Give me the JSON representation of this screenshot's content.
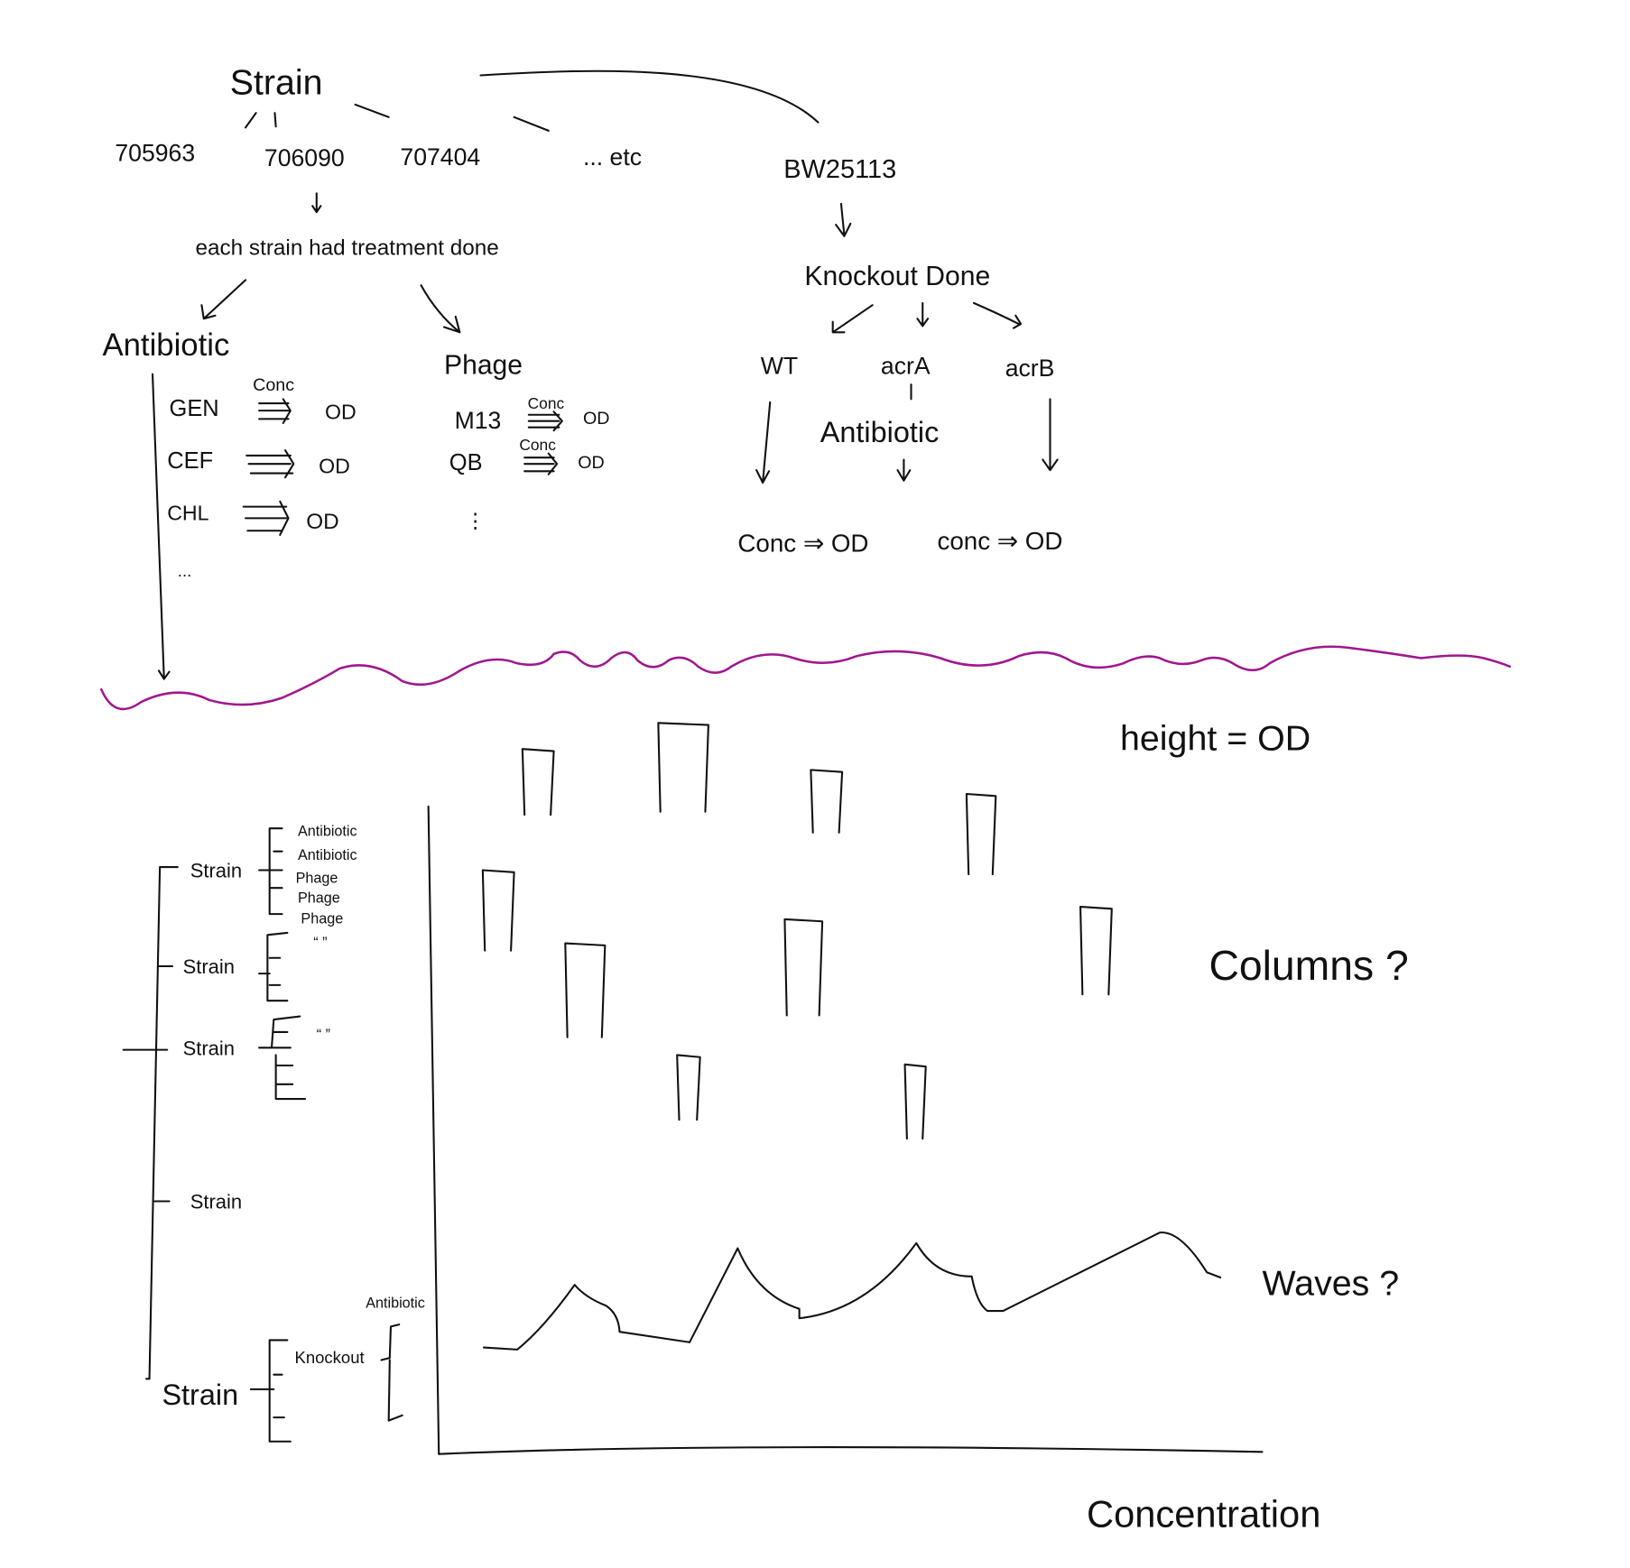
{
  "top_tree": {
    "root": "Strain",
    "strains": [
      "705963",
      "706090",
      "707404",
      "... etc",
      "BW25113"
    ],
    "treatment_note": "each strain had treatment done",
    "antibiotic": {
      "title": "Antibiotic",
      "conc_label": "Conc",
      "rows": [
        {
          "name": "GEN",
          "out": "OD"
        },
        {
          "name": "CEF",
          "out": "OD"
        },
        {
          "name": "CHL",
          "out": "OD"
        }
      ],
      "more": "..."
    },
    "phage": {
      "title": "Phage",
      "rows": [
        {
          "name": "M13",
          "conc": "Conc",
          "out": "OD"
        },
        {
          "name": "QB",
          "conc": "Conc",
          "out": "OD"
        }
      ],
      "more": "⋮"
    },
    "knockout": {
      "title": "Knockout Done",
      "branches": [
        "WT",
        "acrA",
        "acrB"
      ],
      "treatment": "Antibiotic",
      "results": [
        "Conc ⇒ OD",
        "conc ⇒ OD"
      ]
    }
  },
  "bottom": {
    "hierarchy": {
      "strain_label": "Strain",
      "first_children": [
        "Antibiotic",
        "Antibiotic",
        "Phage",
        "Phage",
        "Phage"
      ],
      "ditto": "“   ”",
      "knockout_label": "Knockout",
      "antibiotic_label": "Antibiotic"
    },
    "height_note": "height = OD",
    "columns_note": "Columns ?",
    "waves_note": "Waves ?",
    "x_axis_label": "Concentration"
  },
  "colors": {
    "ink": "#111111",
    "divider": "#a0178f"
  }
}
